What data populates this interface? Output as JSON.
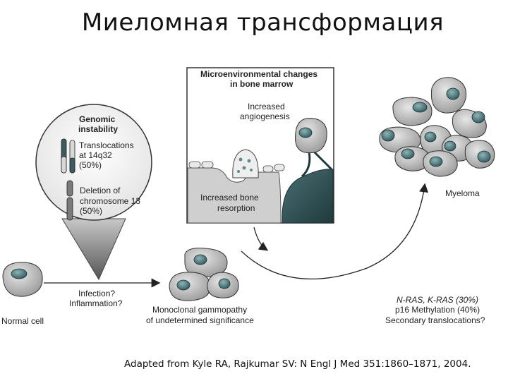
{
  "title": "Миеломная трансформация",
  "labels": {
    "genomic_instability": [
      "Genomic",
      "instability"
    ],
    "translocations": [
      "Translocations",
      "at 14q32",
      "(50%)"
    ],
    "deletion": [
      "Deletion of",
      "chromosome 13",
      "(50%)"
    ],
    "microenvironment": [
      "Microenvironmental changes",
      "in bone marrow"
    ],
    "angiogenesis": [
      "Increased",
      "angiogenesis"
    ],
    "bone_resorption": [
      "Increased bone",
      "resorption"
    ],
    "myeloma": "Myeloma",
    "normal_cell": "Normal cell",
    "infection": [
      "Infection?",
      "Inflammation?"
    ],
    "mgus": [
      "Monoclonal gammopathy",
      "of undetermined significance"
    ],
    "secondary_events": [
      "N-RAS, K-RAS (30%)",
      "p16 Methylation (40%)",
      "Secondary translocations?"
    ]
  },
  "citation": "Adapted from Kyle RA, Rajkumar SV: N Engl J Med 351:1860–1871, 2004."
}
